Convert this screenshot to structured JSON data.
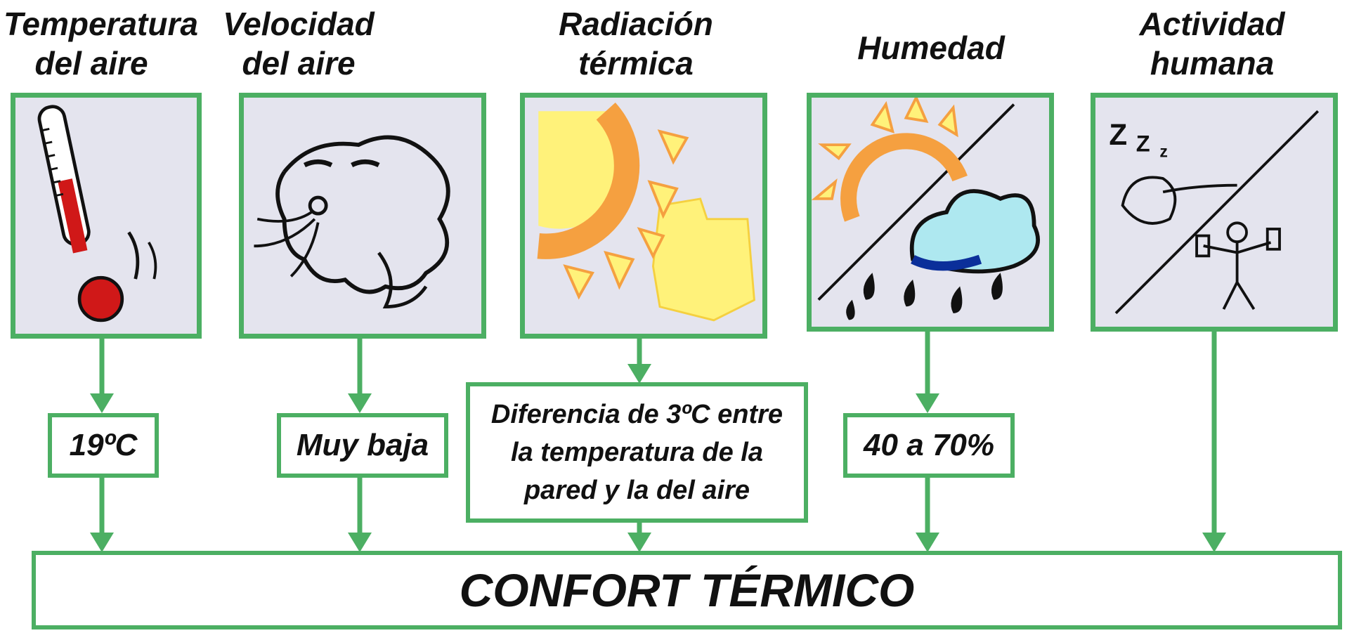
{
  "factors": [
    {
      "id": "temperatura",
      "title_lines": [
        "Temperatura",
        "del aire"
      ],
      "value": "19ºC",
      "icon": "thermometer-icon"
    },
    {
      "id": "velocidad",
      "title_lines": [
        "Velocidad",
        "del aire"
      ],
      "value": "Muy baja",
      "icon": "wind-face-icon"
    },
    {
      "id": "radiacion",
      "title_lines": [
        "Radiación",
        "térmica"
      ],
      "value_lines": [
        "Diferencia de 3ºC entre",
        "la temperatura de la",
        "pared y la del aire"
      ],
      "icon": "heat-radiation-icon"
    },
    {
      "id": "humedad",
      "title_lines": [
        "Humedad"
      ],
      "value": "40 a 70%",
      "icon": "sun-rain-icon"
    },
    {
      "id": "actividad",
      "title_lines": [
        "Actividad",
        "humana"
      ],
      "icon": "sleep-exercise-icon"
    }
  ],
  "result": "CONFORT TÉRMICO",
  "colors": {
    "border": "#4caf63",
    "panel_bg": "#e4e4ee",
    "mercury": "#d01818",
    "sun": "#f5a040",
    "pale_yellow": "#fff27a",
    "cloud": "#aee8f0",
    "text": "#111111"
  }
}
